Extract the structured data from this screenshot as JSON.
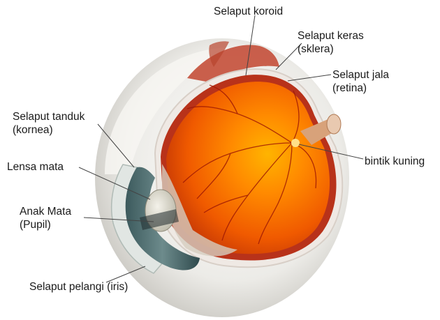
{
  "labels": {
    "koroid": "Selaput koroid",
    "sklera_1": "Selaput keras",
    "sklera_2": "(sklera)",
    "retina_1": "Selaput jala",
    "retina_2": "(retina)",
    "bintik": "bintik kuning",
    "kornea_1": "Selaput tanduk",
    "kornea_2": "(kornea)",
    "lensa": "Lensa mata",
    "pupil_1": "Anak Mata",
    "pupil_2": "(Pupil)",
    "iris": "Selaput pelangi (iris)"
  }
}
